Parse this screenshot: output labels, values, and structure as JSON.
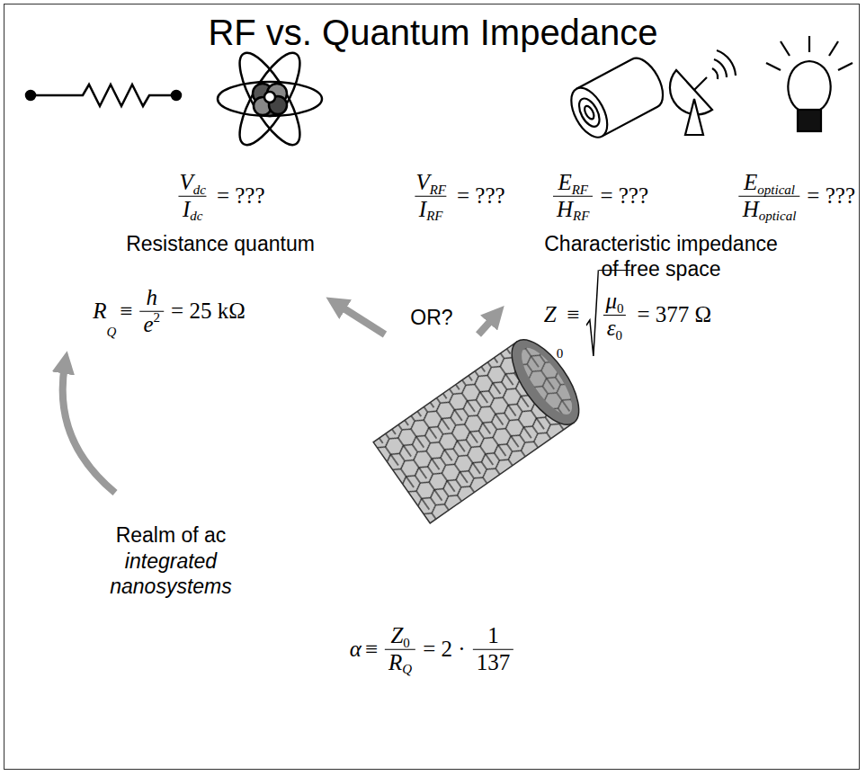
{
  "diagram": {
    "title": "RF vs. Quantum Impedance",
    "labels": [
      "V",
      "dc",
      "I",
      "dc",
      "= ???",
      "V",
      "RF",
      "I",
      "RF",
      "= ???",
      "E",
      "RF",
      "H",
      "RF",
      "= ???",
      "E",
      "optical",
      "H",
      "optical",
      "= ???",
      "Resistance quantum",
      "Characteristic impedance of free space",
      "R",
      "Q",
      "≡",
      "h",
      "e",
      "2",
      "= 25 kΩ",
      "Z",
      "0",
      "≡",
      "μ",
      "0",
      "ε",
      "0",
      "= 377 Ω",
      "OR?",
      "Realm of ac",
      "integrated nanosystems",
      "α",
      "≡",
      "Z",
      "0",
      "R",
      "Q",
      "= 2 ·",
      "1",
      "137"
    ]
  }
}
